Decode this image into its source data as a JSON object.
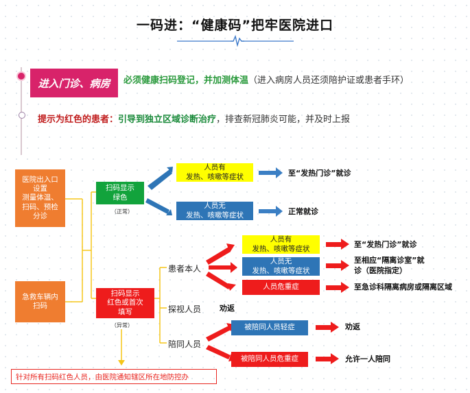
{
  "header": {
    "title": "一码进：“健康码”把牢医院进口"
  },
  "intro": {
    "tag": "进入门诊、病房",
    "line1_main": "必须健康扫码登记，并加测体温",
    "line1_note": "（进入病房人员还须陪护证或患者手环）",
    "line2_lead": "提示为红色的患者：",
    "line2_action": "引导到独立区域诊断治疗",
    "line2_rest": "，排查新冠肺炎可能，并及时上报"
  },
  "flow": {
    "start_gate": [
      "医院出入口",
      "设置",
      "测量体温、",
      "扫码、预检",
      "分诊"
    ],
    "start_ambulance": [
      "急救车辆内",
      "扫码"
    ],
    "green_box": [
      "扫码显示",
      "绿色"
    ],
    "green_note": "（正常）",
    "red_box": [
      "扫码显示",
      "红色或首次",
      "填写"
    ],
    "red_note": "（异常）",
    "green_yes_line1": "人员有",
    "green_yes_line2": "发热、咳嗽等症状",
    "green_yes_result": "至“发热门诊”就诊",
    "green_no_line1": "人员无",
    "green_no_line2": "发热、咳嗽等症状",
    "green_no_result": "正常就诊",
    "patient_label": "患者本人",
    "patient_yes_line1": "人员有",
    "patient_yes_line2": "发热、咳嗽等症状",
    "patient_yes_result": "至“发热门诊”就诊",
    "patient_no_line1": "人员无",
    "patient_no_line2": "发热、咳嗽等症状",
    "patient_no_result_1": "至相应“隔离诊室”就",
    "patient_no_result_2": "诊（医院指定）",
    "patient_critical": "人员危重症",
    "patient_critical_result": "至急诊科隔离病房或隔离区域",
    "visitor_label": "探视人员",
    "visitor_result": "劝返",
    "escort_label": "陪同人员",
    "escort_mild": "被陪同人员轻症",
    "escort_mild_result": "劝返",
    "escort_critical": "被陪同人员危重症",
    "escort_critical_result": "允许一人陪同",
    "footer": "针对所有扫码红色人员，由医院通知辖区所在地防控办"
  },
  "colors": {
    "orange": "#ef7d30",
    "green": "#12a33c",
    "red": "#ee1c1c",
    "blue": "#2e75b6",
    "yellow": "#ffff00",
    "accent_pink": "#d8236a",
    "connector": "#f5c518"
  }
}
